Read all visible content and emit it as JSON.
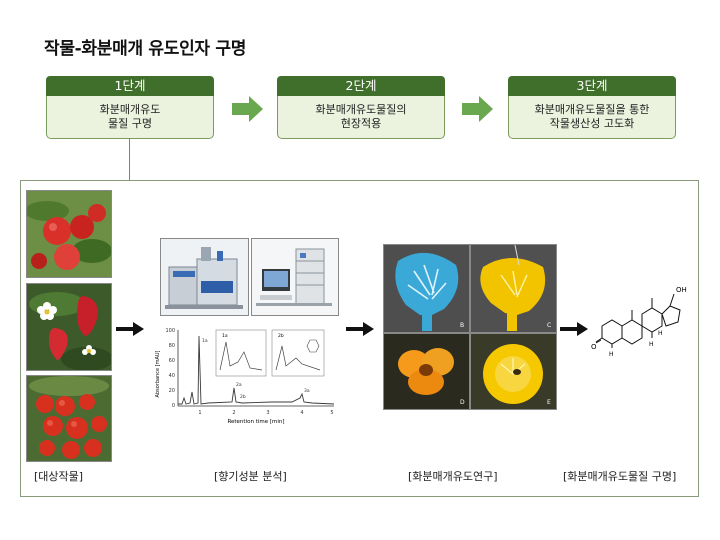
{
  "title": "작물-화분매개 유도인자 구명",
  "stages": [
    {
      "label": "1단계",
      "lines": [
        "화분매개유도",
        "물질 구명"
      ]
    },
    {
      "label": "2단계",
      "lines": [
        "화분매개유도물질의",
        "현장적용"
      ]
    },
    {
      "label": "3단계",
      "lines": [
        "화분매개유도물질을 통한",
        "작물생산성 고도화"
      ]
    }
  ],
  "captions": {
    "crops": "[대상작물]",
    "analysis": "[향기성분 분석]",
    "research": "[화분매개유도연구]",
    "compound": "[화분매개유도물질 구명]"
  },
  "chromatogram": {
    "ylabel": "Absorbance [mAU]",
    "xlabel": "Retention time [min]",
    "y_ticks": [
      "100",
      "80",
      "60",
      "40",
      "20",
      "0"
    ],
    "x_ticks": [
      "1",
      "2",
      "3",
      "4",
      "5"
    ],
    "peaks": [
      "1a",
      "2a",
      "2b",
      "3a"
    ],
    "inset_labels": [
      "1a",
      "2b"
    ]
  },
  "molecule": {
    "oh": "OH",
    "h_labels": [
      "H",
      "H",
      "H"
    ],
    "oxo": "O"
  },
  "flower_photo_labels": [
    "B",
    "C",
    "D",
    "E"
  ],
  "colors": {
    "stage_header": "#3f6f2a",
    "stage_body": "#ebf3df",
    "arrow_green": "#6aa84f"
  }
}
